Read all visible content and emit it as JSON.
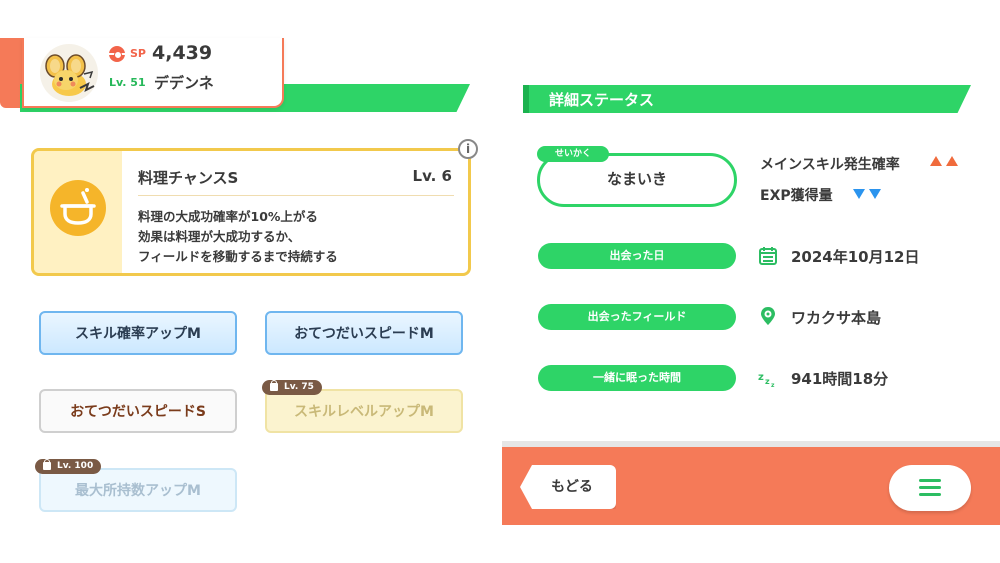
{
  "pokemon": {
    "sp_label": "SP",
    "sp_value": "4,439",
    "level": "Lv. 51",
    "name": "デデンネ"
  },
  "main_skill": {
    "title": "料理チャンスS",
    "level": "Lv. 6",
    "description": [
      "料理の大成功確率が10%上がる",
      "効果は料理が大成功するか、",
      "フィールドを移動するまで持続する"
    ],
    "info_icon": "i"
  },
  "sub_skills": [
    {
      "label": "スキル確率アップM",
      "style": "blue",
      "lock": ""
    },
    {
      "label": "おてつだいスピードM",
      "style": "blue",
      "lock": ""
    },
    {
      "label": "おてつだいスピードS",
      "style": "white",
      "lock": ""
    },
    {
      "label": "スキルレベルアップM",
      "style": "gold-locked",
      "lock": "Lv. 75"
    },
    {
      "label": "最大所持数アップM",
      "style": "blue-locked",
      "lock": "Lv. 100"
    }
  ],
  "details": {
    "section_title": "詳細ステータス",
    "nature_tag": "せいかく",
    "nature_value": "なまいき",
    "nature_effects": [
      {
        "label": "メインスキル発生確率",
        "direction": "up"
      },
      {
        "label": "EXP獲得量",
        "direction": "down"
      }
    ],
    "rows": [
      {
        "label": "出会った日",
        "value": "2024年10月12日",
        "icon": "calendar-icon"
      },
      {
        "label": "出会ったフィールド",
        "value": "ワカクサ本島",
        "icon": "location-pin-icon"
      },
      {
        "label": "一緒に眠った時間",
        "value": "941時間18分",
        "icon": "sleep-zzz-icon"
      }
    ]
  },
  "nav": {
    "back_label": "もどる",
    "menu_icon": "hamburger-menu-icon"
  },
  "colors": {
    "accent_orange": "#f57a58",
    "green": "#2ed467",
    "skill_gold": "#f2c94c",
    "up_arrow": "#f06b3c",
    "down_arrow": "#2b94ee"
  }
}
